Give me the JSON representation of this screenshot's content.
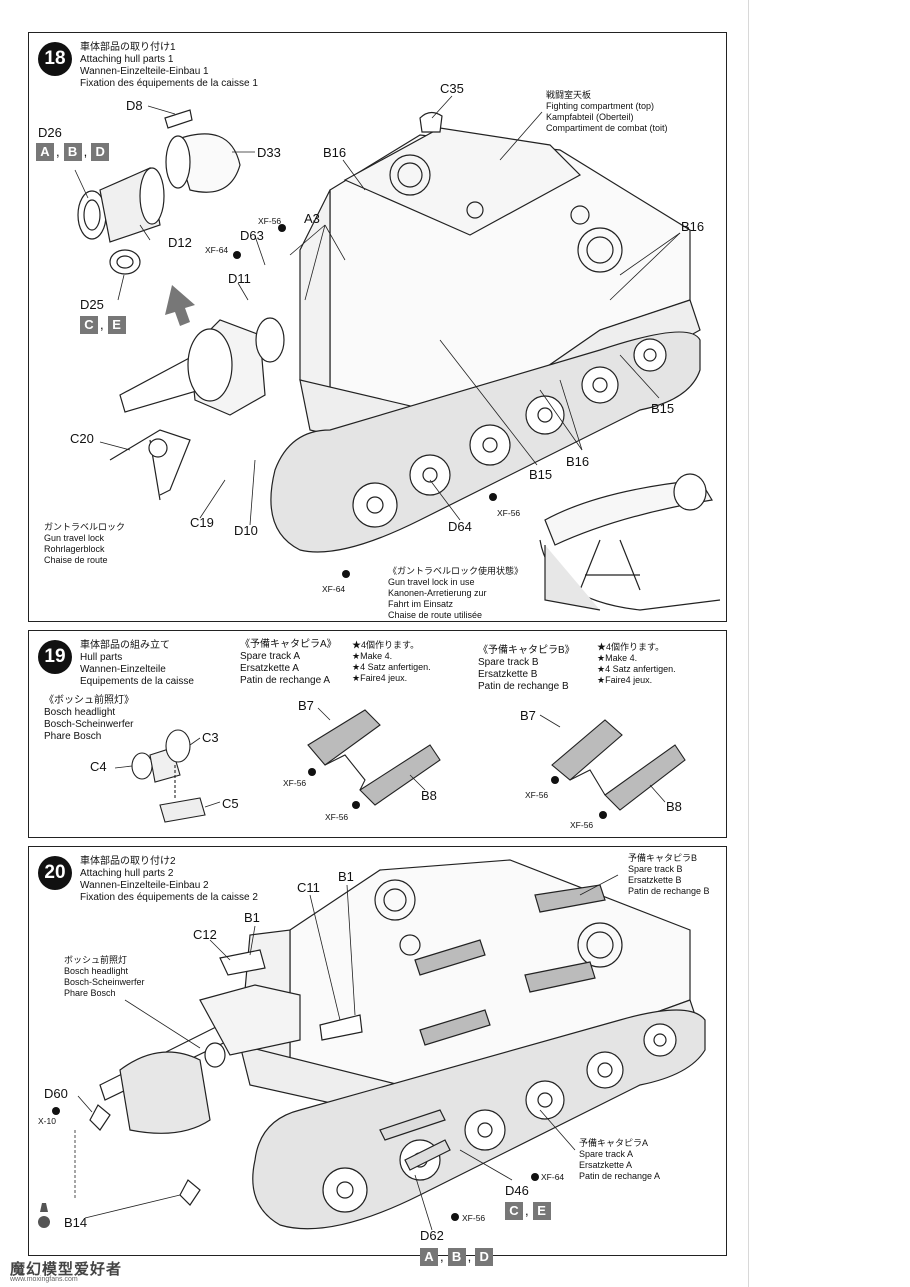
{
  "steps": {
    "s18": {
      "number": "18",
      "title_jp": "車体部品の取り付け1",
      "title_en": "Attaching hull parts 1",
      "title_de": "Wannen-Einzelteile-Einbau 1",
      "title_fr": "Fixation des équipements de la caisse 1",
      "labels": {
        "C35": "C35",
        "D8": "D8",
        "D26": "D26",
        "D33": "D33",
        "D12": "D12",
        "D25": "D25",
        "D63": "D63",
        "D11": "D11",
        "A3": "A3",
        "B16a": "B16",
        "B16b": "B16",
        "B16c": "B16",
        "B15a": "B15",
        "B15b": "B15",
        "C20": "C20",
        "C19": "C19",
        "D10": "D10",
        "D64": "D64"
      },
      "paints": {
        "xf56a": "XF-56",
        "xf64a": "XF-64",
        "xf56b": "XF-56",
        "xf64b": "XF-64"
      },
      "boxes_d26": [
        "A",
        "B",
        "D"
      ],
      "boxes_d25": [
        "C",
        "E"
      ],
      "fighting": [
        "戦闘室天板",
        "Fighting compartment (top)",
        "Kampfabteil (Oberteil)",
        "Compartiment de combat (toit)"
      ],
      "gunlock": [
        "ガントラベルロック",
        "Gun travel lock",
        "Rohrlagerblock",
        "Chaise de route"
      ],
      "gunlock_use": [
        "《ガントラベルロック使用状態》",
        "Gun travel lock in use",
        "Kanonen-Arretierung zur",
        "Fahrt im Einsatz",
        "Chaise de route utilisée"
      ]
    },
    "s19": {
      "number": "19",
      "title_jp": "車体部品の組み立て",
      "title_en": "Hull parts",
      "title_de": "Wannen-Einzelteile",
      "title_fr": "Equipements de la caisse",
      "bosch": [
        "《ボッシュ前照灯》",
        "Bosch headlight",
        "Bosch-Scheinwerfer",
        "Phare Bosch"
      ],
      "spare_a": [
        "《予備キャタピラA》",
        "Spare track A",
        "Ersatzkette A",
        "Patin de rechange A"
      ],
      "spare_b": [
        "《予備キャタピラB》",
        "Spare track B",
        "Ersatzkette B",
        "Patin de rechange B"
      ],
      "make4": [
        "★4個作ります。",
        "★Make 4.",
        "★4 Satz anfertigen.",
        "★Faire4 jeux."
      ],
      "labels": {
        "C3": "C3",
        "C4": "C4",
        "C5": "C5",
        "B7a": "B7",
        "B8a": "B8",
        "B7b": "B7",
        "B8b": "B8"
      },
      "paints": {
        "p1": "XF-56",
        "p2": "XF-56",
        "p3": "XF-56",
        "p4": "XF-56"
      }
    },
    "s20": {
      "number": "20",
      "title_jp": "車体部品の取り付け2",
      "title_en": "Attaching hull parts 2",
      "title_de": "Wannen-Einzelteile-Einbau 2",
      "title_fr": "Fixation des équipements de la caisse 2",
      "labels": {
        "C11": "C11",
        "B1a": "B1",
        "B1b": "B1",
        "C12": "C12",
        "D60": "D60",
        "B14": "B14",
        "D46": "D46",
        "D62": "D62"
      },
      "paints": {
        "x10": "X-10",
        "xf64": "XF-64",
        "xf56": "XF-56"
      },
      "bosch": [
        "ボッシュ前照灯",
        "Bosch headlight",
        "Bosch-Scheinwerfer",
        "Phare Bosch"
      ],
      "spare_b": [
        "予備キャタピラB",
        "Spare track B",
        "Ersatzkette B",
        "Patin de rechange B"
      ],
      "spare_a": [
        "予備キャタピラA",
        "Spare track A",
        "Ersatzkette A",
        "Patin de rechange A"
      ],
      "boxes_d46": [
        "C",
        "E"
      ],
      "boxes_d62": [
        "A",
        "B",
        "D"
      ]
    }
  },
  "watermark": {
    "cn": "魔幻模型爱好者",
    "url": "www.moxingfans.com"
  }
}
